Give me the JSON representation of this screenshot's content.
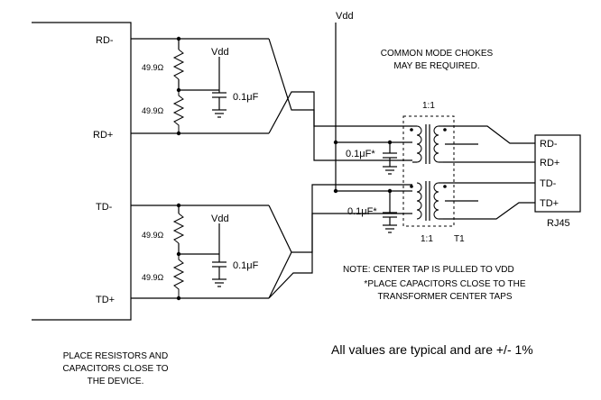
{
  "device": {
    "pins": {
      "rd_minus": "RD-",
      "rd_plus": "RD+",
      "td_minus": "TD-",
      "td_plus": "TD+"
    },
    "note": [
      "PLACE RESISTORS AND",
      "CAPACITORS CLOSE TO",
      "THE DEVICE."
    ]
  },
  "rx_termination": {
    "vdd": "Vdd",
    "r_top": "49.9Ω",
    "r_bottom": "49.9Ω",
    "cap": "0.1μF"
  },
  "tx_termination": {
    "vdd": "Vdd",
    "r_top": "49.9Ω",
    "r_bottom": "49.9Ω",
    "cap": "0.1μF"
  },
  "main_vdd": "Vdd",
  "choke_note": [
    "COMMON MODE CHOKES",
    "MAY BE REQUIRED."
  ],
  "transformer": {
    "ratio_top": "1:1",
    "ratio_bottom": "1:1",
    "designator": "T1",
    "ct_cap_top": "0.1μF*",
    "ct_cap_bottom": "0.1μF*"
  },
  "rj45": {
    "pins": {
      "rd_minus": "RD-",
      "rd_plus": "RD+",
      "td_minus": "TD-",
      "td_plus": "TD+"
    },
    "label": "RJ45"
  },
  "notes": [
    "NOTE: CENTER TAP IS PULLED TO VDD",
    "*PLACE CAPACITORS CLOSE TO THE",
    "TRANSFORMER CENTER TAPS"
  ],
  "footer": "All values are typical and are +/- 1%"
}
